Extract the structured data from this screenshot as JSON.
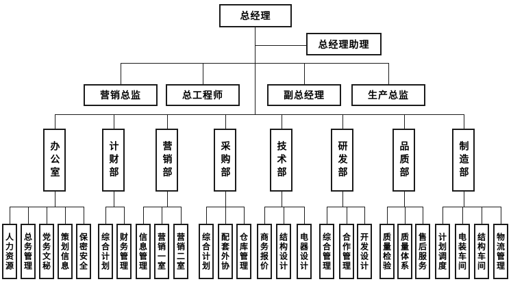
{
  "org_chart": {
    "colors": {
      "line": "#1a1a1a",
      "border": "#1a1a1a",
      "fill": "#ffffff",
      "text": "#000000",
      "background": "#ffffff"
    },
    "root": {
      "label": "总经理"
    },
    "assistant": {
      "label": "总经理助理"
    },
    "directors": [
      {
        "label": "营销总监"
      },
      {
        "label": "总工程师"
      },
      {
        "label": "副总经理"
      },
      {
        "label": "生产总监"
      }
    ],
    "departments": [
      {
        "label": "办公室",
        "children": [
          {
            "label": "人力资源"
          },
          {
            "label": "总务管理"
          },
          {
            "label": "党务文秘"
          },
          {
            "label": "策划信息"
          },
          {
            "label": "保密安全"
          }
        ]
      },
      {
        "label": "计财部",
        "children": [
          {
            "label": "综合计划"
          },
          {
            "label": "财务管理"
          }
        ]
      },
      {
        "label": "营销部",
        "children": [
          {
            "label": "信息管理"
          },
          {
            "label": "营销一室"
          },
          {
            "label": "营销二室"
          }
        ]
      },
      {
        "label": "采购部",
        "children": [
          {
            "label": "综合计划"
          },
          {
            "label": "配套外协"
          },
          {
            "label": "仓库管理"
          }
        ]
      },
      {
        "label": "技术部",
        "children": [
          {
            "label": "商务报价"
          },
          {
            "label": "结构设计"
          },
          {
            "label": "电器设计"
          }
        ]
      },
      {
        "label": "研发部",
        "children": [
          {
            "label": "综合管理"
          },
          {
            "label": "合作管理"
          },
          {
            "label": "开发设计"
          }
        ]
      },
      {
        "label": "品质部",
        "children": [
          {
            "label": "质量检验"
          },
          {
            "label": "质量体系"
          },
          {
            "label": "售后服务"
          }
        ]
      },
      {
        "label": "制造部",
        "children": [
          {
            "label": "计划调度"
          },
          {
            "label": "电装车间"
          },
          {
            "label": "结构车间"
          },
          {
            "label": "物流管理"
          }
        ]
      }
    ]
  }
}
